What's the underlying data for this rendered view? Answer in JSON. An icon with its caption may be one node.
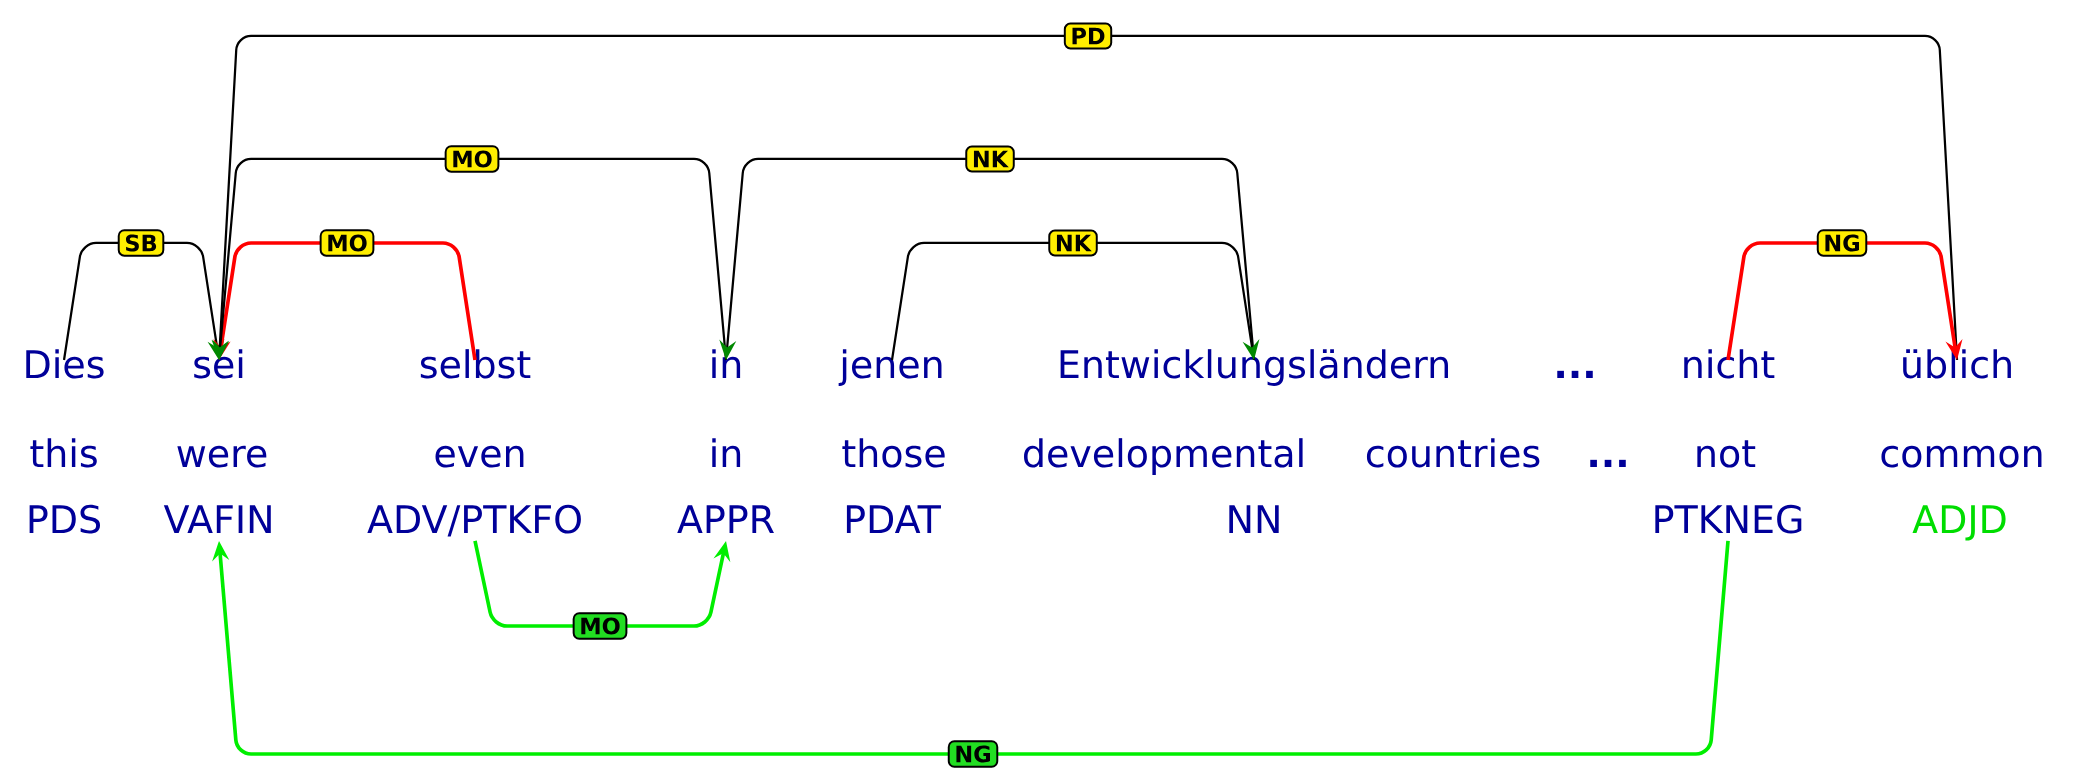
{
  "diagram": {
    "nodes": [
      {
        "text": [
          "Dies"
        ]
      },
      {
        "text": [
          "sei"
        ]
      },
      {
        "text": [
          "selbst"
        ]
      },
      {
        "text": [
          "in"
        ]
      },
      {
        "text": [
          "jenen"
        ]
      },
      {
        "text": [
          "Entwicklungsländern"
        ]
      },
      {
        "text": [
          "..."
        ]
      },
      {
        "text": [
          "nicht"
        ]
      },
      {
        "text": [
          "üblich"
        ]
      },
      {
        "text": [
          "PDS"
        ]
      },
      {
        "text": [
          "VAFIN"
        ]
      },
      {
        "text": [
          "ADV/PTKFO"
        ]
      },
      {
        "text": [
          "APPR"
        ]
      },
      {
        "text": [
          "PDAT"
        ]
      },
      {
        "text": [
          "NN"
        ]
      },
      {
        "text": [
          "PTKNEG"
        ]
      },
      {
        "text": [
          "ADJD"
        ]
      }
    ],
    "edges": [
      {
        "from": 0,
        "to": 1,
        "arrow": "to",
        "label": "SB"
      },
      {
        "from": 2,
        "to": 1,
        "arrow": "to",
        "label": "MO",
        "color": "#ff0000"
      },
      {
        "from": 3,
        "to": 1,
        "arrow": "to",
        "label": "MO"
      },
      {
        "from": 5,
        "to": 3,
        "arrow": "to",
        "label": "NK"
      },
      {
        "from": 4,
        "to": 5,
        "arrow": "to",
        "label": "NK"
      },
      {
        "from": 8,
        "to": 1,
        "arrow": "to",
        "label": "PD"
      },
      {
        "from": 7,
        "to": 8,
        "arrow": "to",
        "label": "NG",
        "color": "#ff0000"
      },
      {
        "from": 11,
        "to": 12,
        "arrow": "to",
        "label": "MO",
        "color": "#00ee00"
      },
      {
        "from": 15,
        "to": 10,
        "arrow": "to",
        "label": "NG",
        "color": "#00ee00"
      }
    ],
    "labels": [
      "this",
      "were",
      "even",
      "in",
      "those",
      "developmental",
      "countries",
      "...",
      "not",
      "common"
    ]
  }
}
